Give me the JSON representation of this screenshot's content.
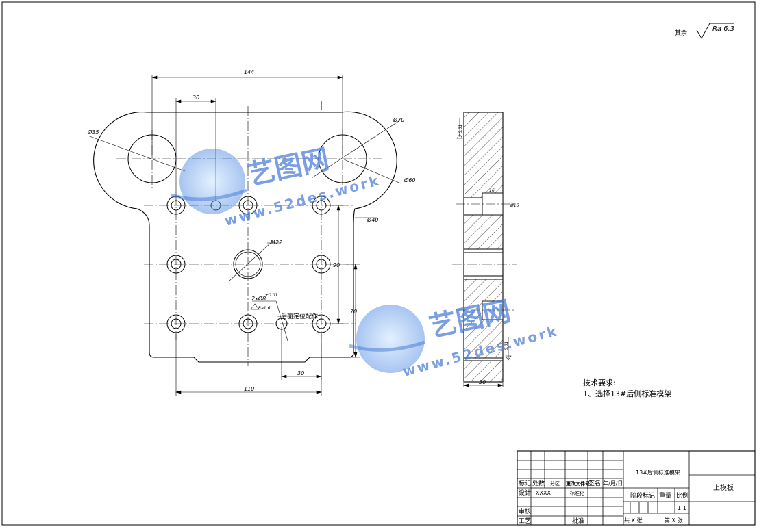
{
  "surface_finish": {
    "prefix": "其余:",
    "value": "Ra 6.3"
  },
  "dimensions": {
    "width_144": "144",
    "pitch_30_top": "30",
    "dia_35": "Ø35",
    "dia_70": "Ø70",
    "dia_60": "Ø60",
    "radius_40": "Ø40",
    "thread_m22": "M22",
    "height_90": "90",
    "height_70": "70",
    "pitch_30_bottom": "30",
    "width_110": "110",
    "hole_callout": "2xØ8",
    "hole_tol": "+0.01",
    "hole_finish": "Ra1.6",
    "note_pin": "后面定位配作",
    "side_thickness": "30",
    "side_16": "16",
    "side_dia16": "Ø16",
    "side_flat_top": "0.01",
    "side_flat_bottom": "0.01"
  },
  "tech_requirements": {
    "title": "技术要求:",
    "item1": "1、选择13#后侧标准模架"
  },
  "watermark": {
    "cn": "艺图网",
    "url": "www.52des.work"
  },
  "title_block": {
    "labels": [
      "标记",
      "处数",
      "分区",
      "更改文件号",
      "签名",
      "年/月/日"
    ],
    "design": "设计",
    "designer": "XXXX",
    "standardize": "标准化",
    "review": "审核",
    "process": "工艺",
    "approve": "批准",
    "drawing_title": "13#后侧标准模架",
    "stage_mark": "阶段标记",
    "weight": "重量",
    "scale_label": "比例",
    "scale": "1:1",
    "sheets_total": "共 X 张",
    "sheet_no": "第 X 张",
    "part_name": "上模板"
  },
  "colors": {
    "line": "#000000",
    "watermark": "#4d7fd8"
  }
}
